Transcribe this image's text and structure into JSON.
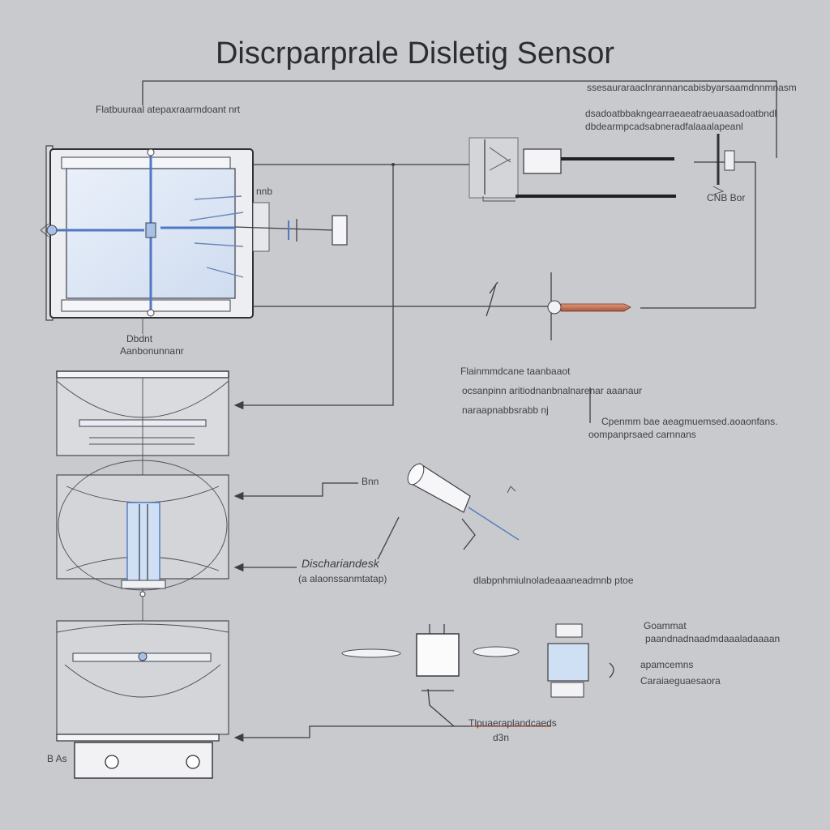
{
  "title": "Discrparprale Disletig Sensor",
  "labels": {
    "top_left": "Flatbuuraal atepaxraarmdoant nrt",
    "top_right_1": "ssesauraraaclnrannancabisbyarsaamdnnmnasm",
    "top_right_2a": "dsadoatbbakngearraeaeatraeuaasadoatbndl",
    "top_right_2b": "dbdearmpcadsabneradfalaaalapeanl",
    "panel_small": "nnb",
    "probe_small": "CNB Bor",
    "left_mid_1": "Dbdnt",
    "left_mid_2": "Aanbonunnanr",
    "center_1": "Flainmmdcane taanbaaot",
    "center_2": "ocsanpinn aritiodnanbnalnarenar aaanaur",
    "center_3": "naraapnabbsrabb nj",
    "right_1": "Cpenmm bae aeagmuemsed.aoaonfans.",
    "right_2": "oompanprsaed carnnans",
    "small_mark": "Bnn",
    "mid_label_1": "Dischariandesk",
    "mid_label_2": "(a alaonssanmtatap)",
    "mid_right": "dlabpnhmiulnoladeaaaneadmnb ptoe",
    "br_1": "Goammat",
    "br_2": "paandnadnaadmdaaaladaaaan",
    "br_3": "apamcemns",
    "br_4": "Caraiaeguaesaora",
    "bottom_label": "Tlpuaeraplandcaeds",
    "bottom_small": "d3n",
    "bottom_left": "B As"
  },
  "colors": {
    "background": "#c9cacd",
    "glass": "#dfe8f6",
    "accent_blue": "#4f79c2",
    "rod_copper": "#c0704e"
  }
}
